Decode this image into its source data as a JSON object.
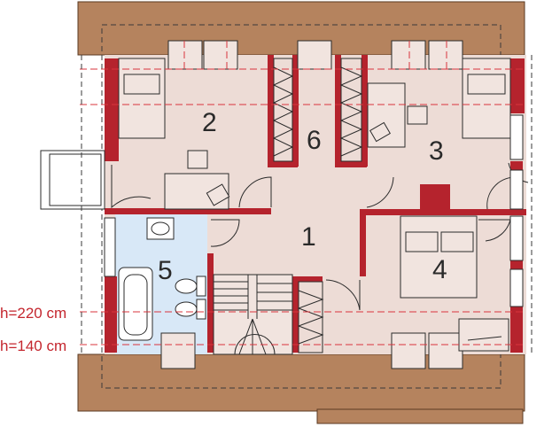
{
  "rooms": [
    {
      "id": "1",
      "label": "1"
    },
    {
      "id": "2",
      "label": "2"
    },
    {
      "id": "3",
      "label": "3"
    },
    {
      "id": "4",
      "label": "4"
    },
    {
      "id": "5",
      "label": "5"
    },
    {
      "id": "6",
      "label": "6"
    }
  ],
  "height_lines": [
    {
      "label": "h=220 cm"
    },
    {
      "label": "h=140 cm"
    }
  ],
  "colors": {
    "roof": "#b5835e",
    "floor": "#eddcd6",
    "bathroom": "#d8e8f7",
    "wall": "#b5232d",
    "furniture": "#f1e4df",
    "line": "#2b2b2b",
    "dash": "#d9343d"
  }
}
